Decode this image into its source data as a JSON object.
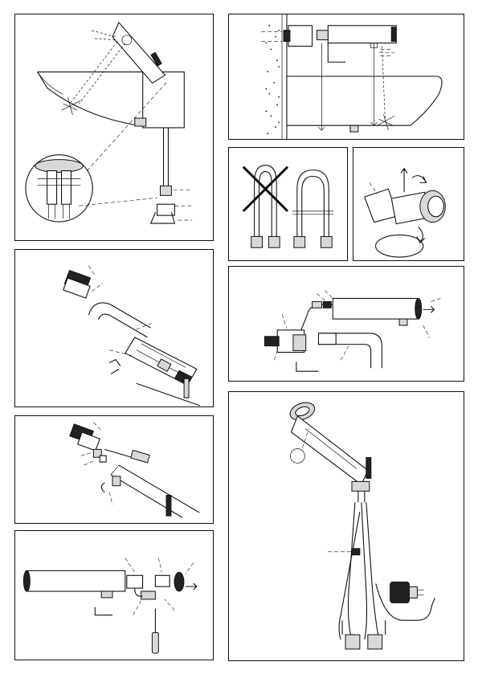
{
  "document": {
    "panel_count": 9
  },
  "panels": [
    {
      "id": "p1",
      "icon": "basin-mounted-sensor-tap-with-mixing-valve-detail-icon"
    },
    {
      "id": "p2",
      "icon": "wall-mounted-tap-above-basin-icon"
    },
    {
      "id": "p3",
      "icon": "do-not-kink-hose-icon"
    },
    {
      "id": "p4",
      "icon": "valve-handle-rotation-icon"
    },
    {
      "id": "p5",
      "icon": "sensor-head-disassembly-icon"
    },
    {
      "id": "p6",
      "icon": "wall-tap-assembly-exploded-icon"
    },
    {
      "id": "p7",
      "icon": "sensor-cleaning-screwdriver-icon"
    },
    {
      "id": "p8",
      "icon": "basin-tap-with-power-supply-icon"
    },
    {
      "id": "p9",
      "icon": "battery-compartment-removal-icon"
    }
  ]
}
